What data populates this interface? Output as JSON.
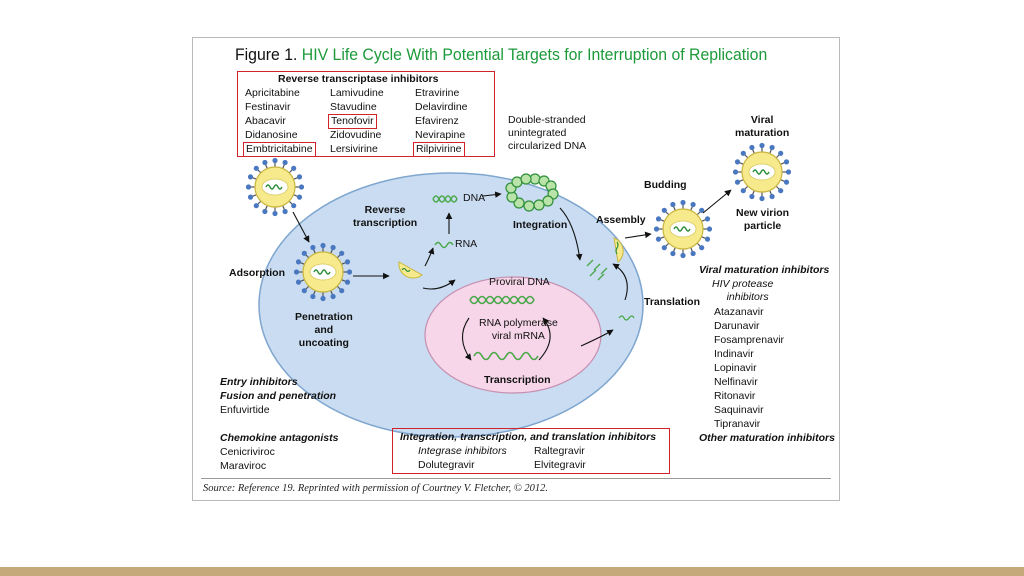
{
  "figure": {
    "label": "Figure 1.",
    "title": "HIV Life Cycle With Potential Targets for Interruption of Replication",
    "source": "Source: Reference 19. Reprinted with permission of Courtney V. Fletcher, © 2012."
  },
  "rti": {
    "header": "Reverse transcriptase inhibitors",
    "col1": [
      "Apricitabine",
      "Festinavir",
      "Abacavir",
      "Didanosine",
      "Embtricitabine"
    ],
    "col2": [
      "Lamivudine",
      "Stavudine",
      "Tenofovir",
      "Zidovudine",
      "Lersivirine"
    ],
    "col3": [
      "Etravirine",
      "Delavirdine",
      "Efavirenz",
      "Nevirapine",
      "Rilpivirine"
    ]
  },
  "stages": {
    "double_stranded": "Double-stranded\nunintegrated\ncircularized DNA",
    "viral_maturation": "Viral\nmaturation",
    "new_virion": "New virion\nparticle",
    "budding": "Budding",
    "assembly": "Assembly",
    "integration": "Integration",
    "reverse_transcription": "Reverse\ntranscription",
    "dna": "DNA",
    "rna": "RNA",
    "adsorption": "Adsorption",
    "penetration": "Penetration\nand\nuncoating",
    "proviral_dna": "Proviral DNA",
    "rna_polymerase": "RNA polymerase\nviral mRNA",
    "transcription": "Transcription",
    "translation": "Translation"
  },
  "vmi": {
    "header": "Viral maturation inhibitors",
    "sub": "HIV protease\n     inhibitors",
    "drugs": [
      "Atazanavir",
      "Darunavir",
      "Fosamprenavir",
      "Indinavir",
      "Lopinavir",
      "Nelfinavir",
      "Ritonavir",
      "Saquinavir",
      "Tipranavir"
    ],
    "other": "Other maturation inhibitors"
  },
  "entry": {
    "header1": "Entry inhibitors",
    "header2": "Fusion and penetration",
    "drug": "Enfuvirtide"
  },
  "chemokine": {
    "header": "Chemokine antagonists",
    "drugs": [
      "Cenicriviroc",
      "Maraviroc"
    ]
  },
  "itti": {
    "header": "Integration, transcription, and translation inhibitors",
    "sub": "Integrase inhibitors",
    "col1_drug": "Dolutegravir",
    "col2": [
      "Raltegravir",
      "Elvitegravir"
    ]
  },
  "colors": {
    "title_green": "#1c9a3a",
    "highlight_red": "#d2232a",
    "cell_blue": "#c9dcf1",
    "nucleus_pink": "#f6d6e8",
    "virion_yellow": "#f6ea8c",
    "strand_green": "#4aa84a",
    "accent_bar": "#c5a97a"
  }
}
